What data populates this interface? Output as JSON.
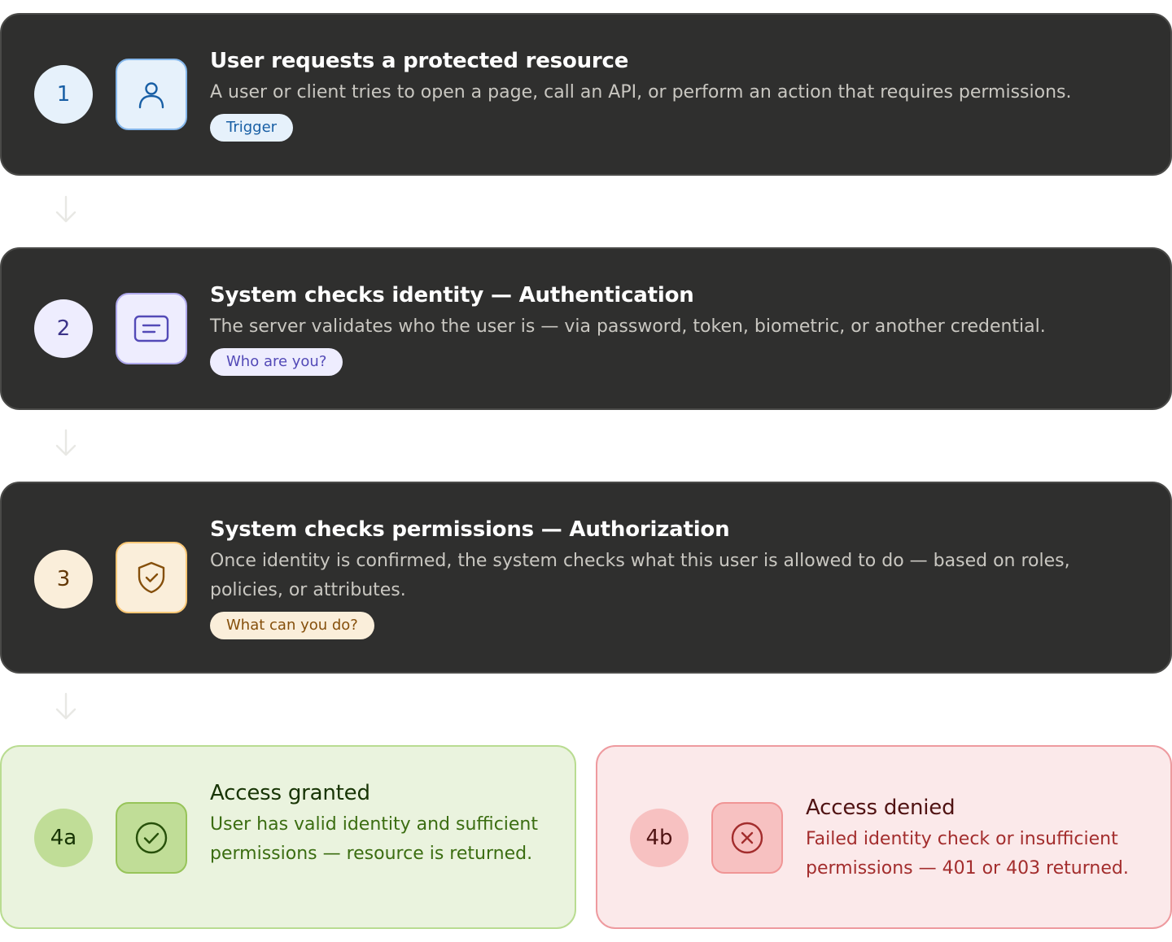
{
  "steps": [
    {
      "number": "1",
      "title": "User requests a protected resource",
      "description": "A user or client tries to open a page, call an API, or perform an action that requires permissions.",
      "tag": "Trigger",
      "icon": "user-icon",
      "colors": {
        "circle_bg": "#e6f1fb",
        "circle_fg": "#185fa5",
        "box_bg": "#e6f1fb",
        "box_border": "#85b7eb",
        "icon": "#185fa5",
        "tag_bg": "#e6f1fb",
        "tag_fg": "#185fa5"
      }
    },
    {
      "number": "2",
      "title": "System checks identity — Authentication",
      "description": "The server validates who the user is — via password, token, biometric, or another credential.",
      "tag": "Who are you?",
      "icon": "id-card-icon",
      "colors": {
        "circle_bg": "#eeedfe",
        "circle_fg": "#3c3489",
        "box_bg": "#eeedfe",
        "box_border": "#afa9ec",
        "icon": "#534ab7",
        "tag_bg": "#eeedfe",
        "tag_fg": "#534ab7"
      }
    },
    {
      "number": "3",
      "title": "System checks permissions — Authorization",
      "description": "Once identity is confirmed, the system checks what this user is allowed to do — based on roles, policies, or attributes.",
      "tag": "What can you do?",
      "icon": "shield-check-icon",
      "colors": {
        "circle_bg": "#faeeda",
        "circle_fg": "#633806",
        "box_bg": "#faeeda",
        "box_border": "#fac775",
        "icon": "#854f0b",
        "tag_bg": "#faeeda",
        "tag_fg": "#854f0b"
      }
    }
  ],
  "outcomes": {
    "granted": {
      "number": "4a",
      "title": "Access granted",
      "description": "User has valid identity and sufficient permissions — resource is returned.",
      "icon": "check-circle-icon",
      "colors": {
        "circle_bg": "#c0dd97",
        "circle_fg": "#173404",
        "box_bg": "#c0dd97",
        "box_border": "#97c459",
        "icon": "#27500a",
        "title": "#173404",
        "desc": "#3b6d11"
      }
    },
    "denied": {
      "number": "4b",
      "title": "Access denied",
      "description": "Failed identity check or insufficient permissions — 401 or 403 returned.",
      "icon": "x-circle-icon",
      "colors": {
        "circle_bg": "#f7c1c1",
        "circle_fg": "#501313",
        "box_bg": "#f7c1c1",
        "box_border": "#f09595",
        "icon": "#a32d2d",
        "title": "#501313",
        "desc": "#a32d2d"
      }
    }
  },
  "connector_icon": "arrow-down-icon"
}
